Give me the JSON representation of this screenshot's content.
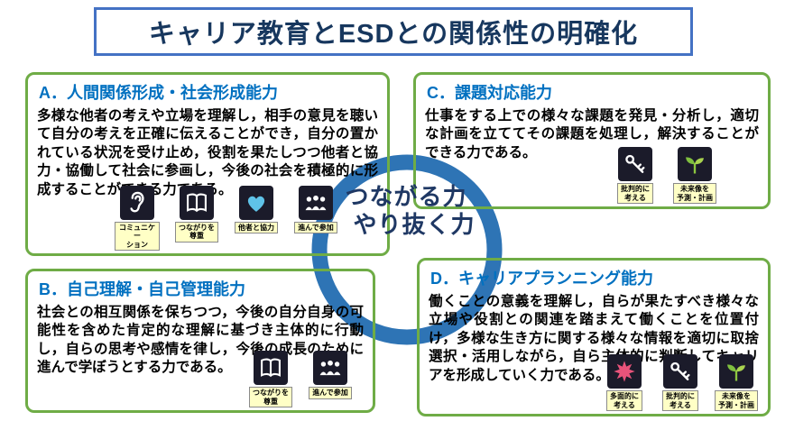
{
  "title": "キャリア教育とESDとの関係性の明確化",
  "center": {
    "line1": "つながる力",
    "line2": "やり抜く力"
  },
  "boxes": {
    "a": {
      "heading": "A．人間関係形成・社会形成能力",
      "body": "多様な他者の考えや立場を理解し，相手の意見を聴いて自分の考えを正確に伝えることができ，自分の置かれている状況を受け止め，役割を果たしつつ他者と協力・協働して社会に参画し，今後の社会を積極的に形成することができる力である。",
      "icons": [
        {
          "name": "communication",
          "label": "コミュニケー\nション"
        },
        {
          "name": "respect-connections",
          "label": "つながりを\n尊重"
        },
        {
          "name": "cooperate-with-others",
          "label": "他者と協力"
        },
        {
          "name": "willing-participation",
          "label": "進んで参加"
        }
      ]
    },
    "c": {
      "heading": "C．課題対応能力",
      "body": "仕事をする上での様々な課題を発見・分析し，適切な計画を立ててその課題を処理し，解決することができる力である。",
      "icons": [
        {
          "name": "critical-thinking",
          "label": "批判的に\n考える"
        },
        {
          "name": "future-planning",
          "label": "未来像を\n予測・計画"
        }
      ]
    },
    "b": {
      "heading": "B．自己理解・自己管理能力",
      "body": "社会との相互関係を保ちつつ，今後の自分自身の可能性を含めた肯定的な理解に基づき主体的に行動し，自らの思考や感情を律し，今後の成長のために進んで学ぼうとする力である。",
      "icons": [
        {
          "name": "respect-connections",
          "label": "つながりを\n尊重"
        },
        {
          "name": "willing-participation",
          "label": "進んで参加"
        }
      ]
    },
    "d": {
      "heading": "D．キャリアプランニング能力",
      "body": "働くことの意義を理解し，自らが果たすべき様々な立場や役割との関連を踏まえて働くことを位置付け，多様な生き方に関する様々な情報を適切に取捨選択・活用しながら，自ら主体的に判断してキャリアを形成していく力である。",
      "icons": [
        {
          "name": "multifaceted-thinking",
          "label": "多面的に\n考える"
        },
        {
          "name": "critical-thinking",
          "label": "批判的に\n考える"
        },
        {
          "name": "future-planning",
          "label": "未来像を\n予測・計画"
        }
      ]
    }
  },
  "colors": {
    "title_border": "#4472C4",
    "title_text": "#17375E",
    "box_border": "#6FAC46",
    "heading_text": "#0070C0",
    "ring": "#2E74B5",
    "center_text": "#1F3864",
    "icon_bg": "#1B1B2A",
    "icon_label_bg": "#FFFFC6"
  }
}
